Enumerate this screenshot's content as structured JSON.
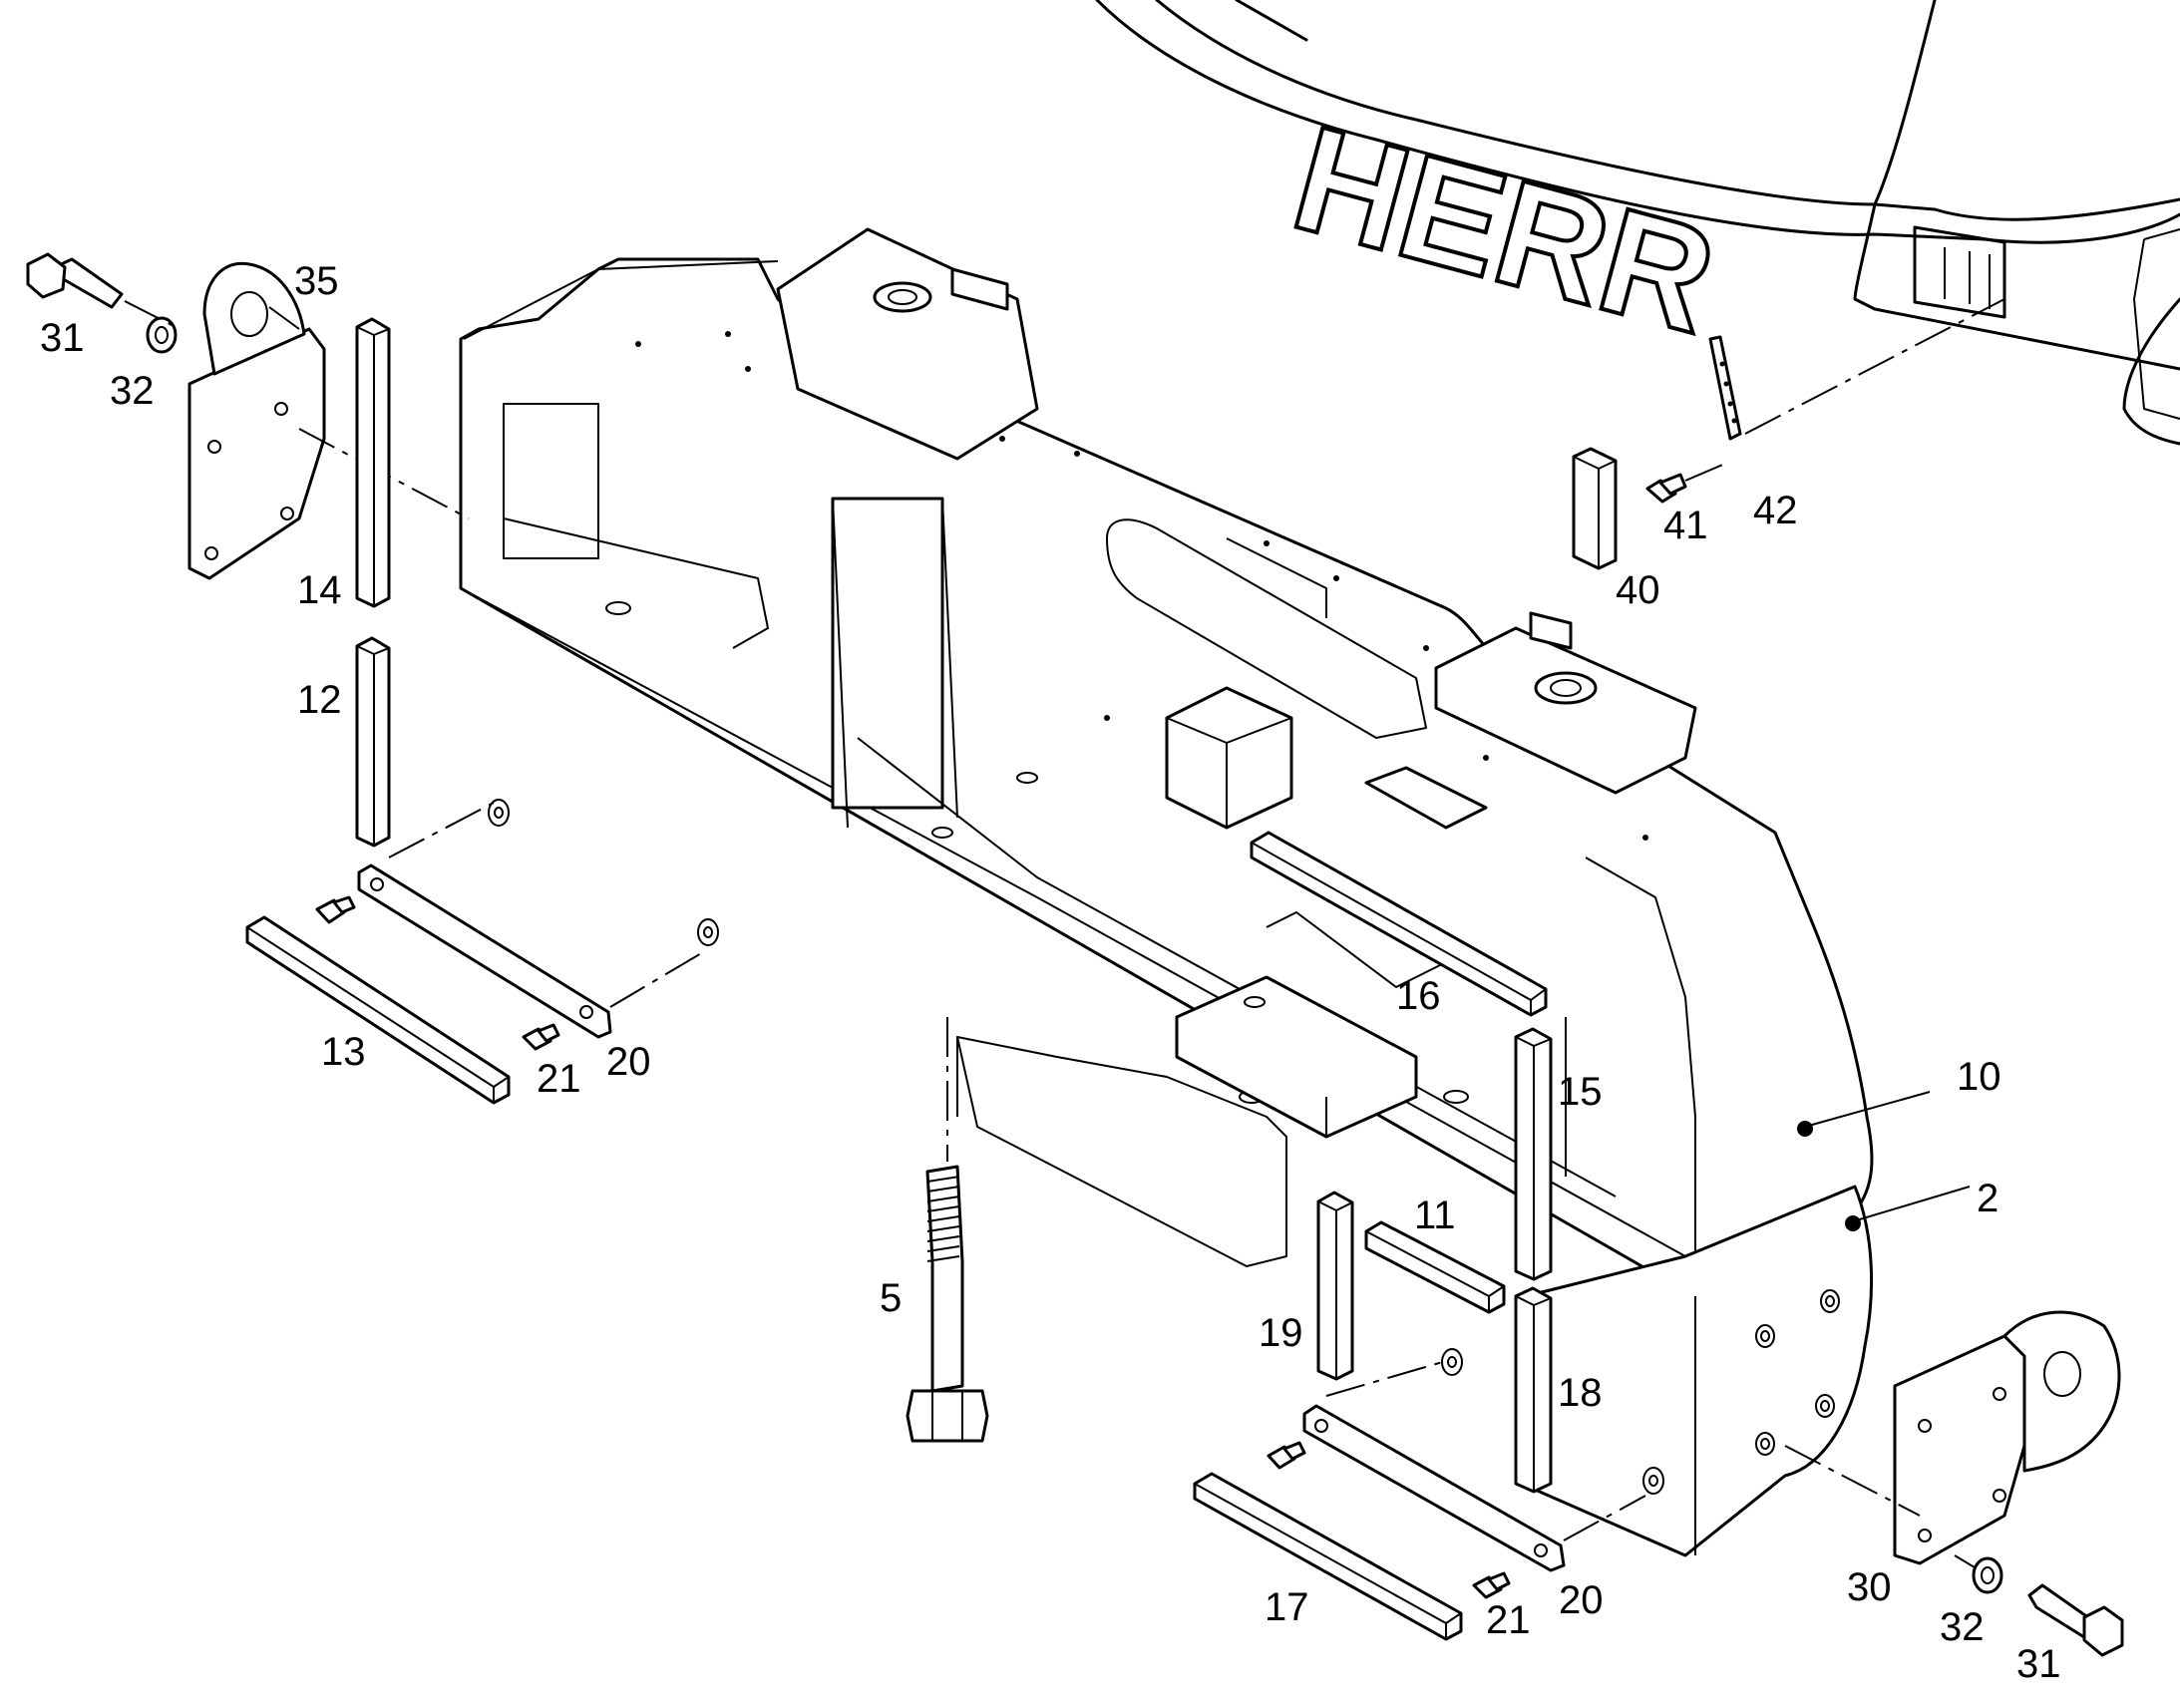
{
  "brand_text": "HERR",
  "callouts": {
    "c2": "2",
    "c5": "5",
    "c10": "10",
    "c11": "11",
    "c12": "12",
    "c13": "13",
    "c14": "14",
    "c15": "15",
    "c16": "16",
    "c17": "17",
    "c18": "18",
    "c19": "19",
    "c20a": "20",
    "c20b": "20",
    "c21a": "21",
    "c21b": "21",
    "c30": "30",
    "c31a": "31",
    "c31b": "31",
    "c32a": "32",
    "c32b": "32",
    "c35": "35",
    "c40": "40",
    "c41": "41",
    "c42": "42"
  }
}
